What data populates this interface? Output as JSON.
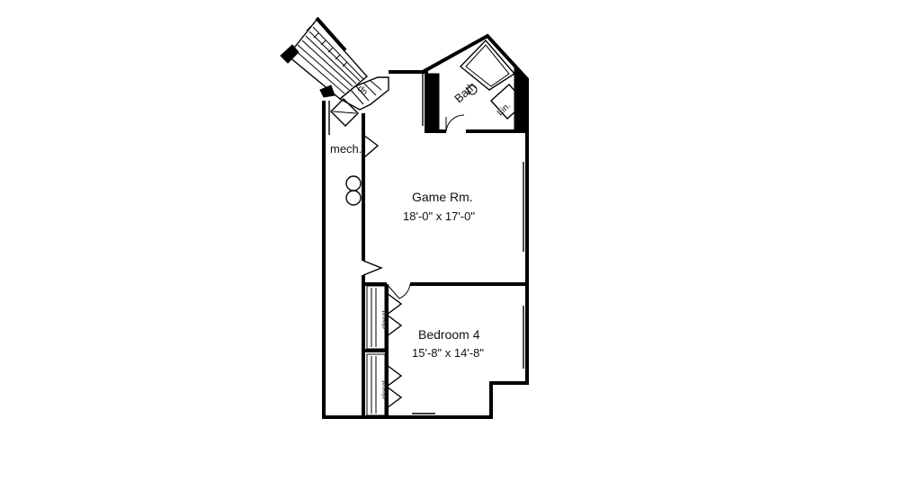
{
  "floor_plan": {
    "rooms": {
      "game_room": {
        "name": "Game Rm.",
        "dimensions": "18'-0\" x 17'-0\""
      },
      "bedroom_4": {
        "name": "Bedroom 4",
        "dimensions": "15'-8\" x 14'-8\""
      },
      "bath": {
        "name": "Bath"
      },
      "linen": {
        "name": "Lin."
      },
      "mechanical": {
        "name": "mech."
      },
      "closet_upper": {
        "name": "closet"
      },
      "closet_lower": {
        "name": "closet"
      }
    },
    "stair_label": "dn",
    "colors": {
      "wall": "#000000",
      "background": "#ffffff"
    }
  }
}
